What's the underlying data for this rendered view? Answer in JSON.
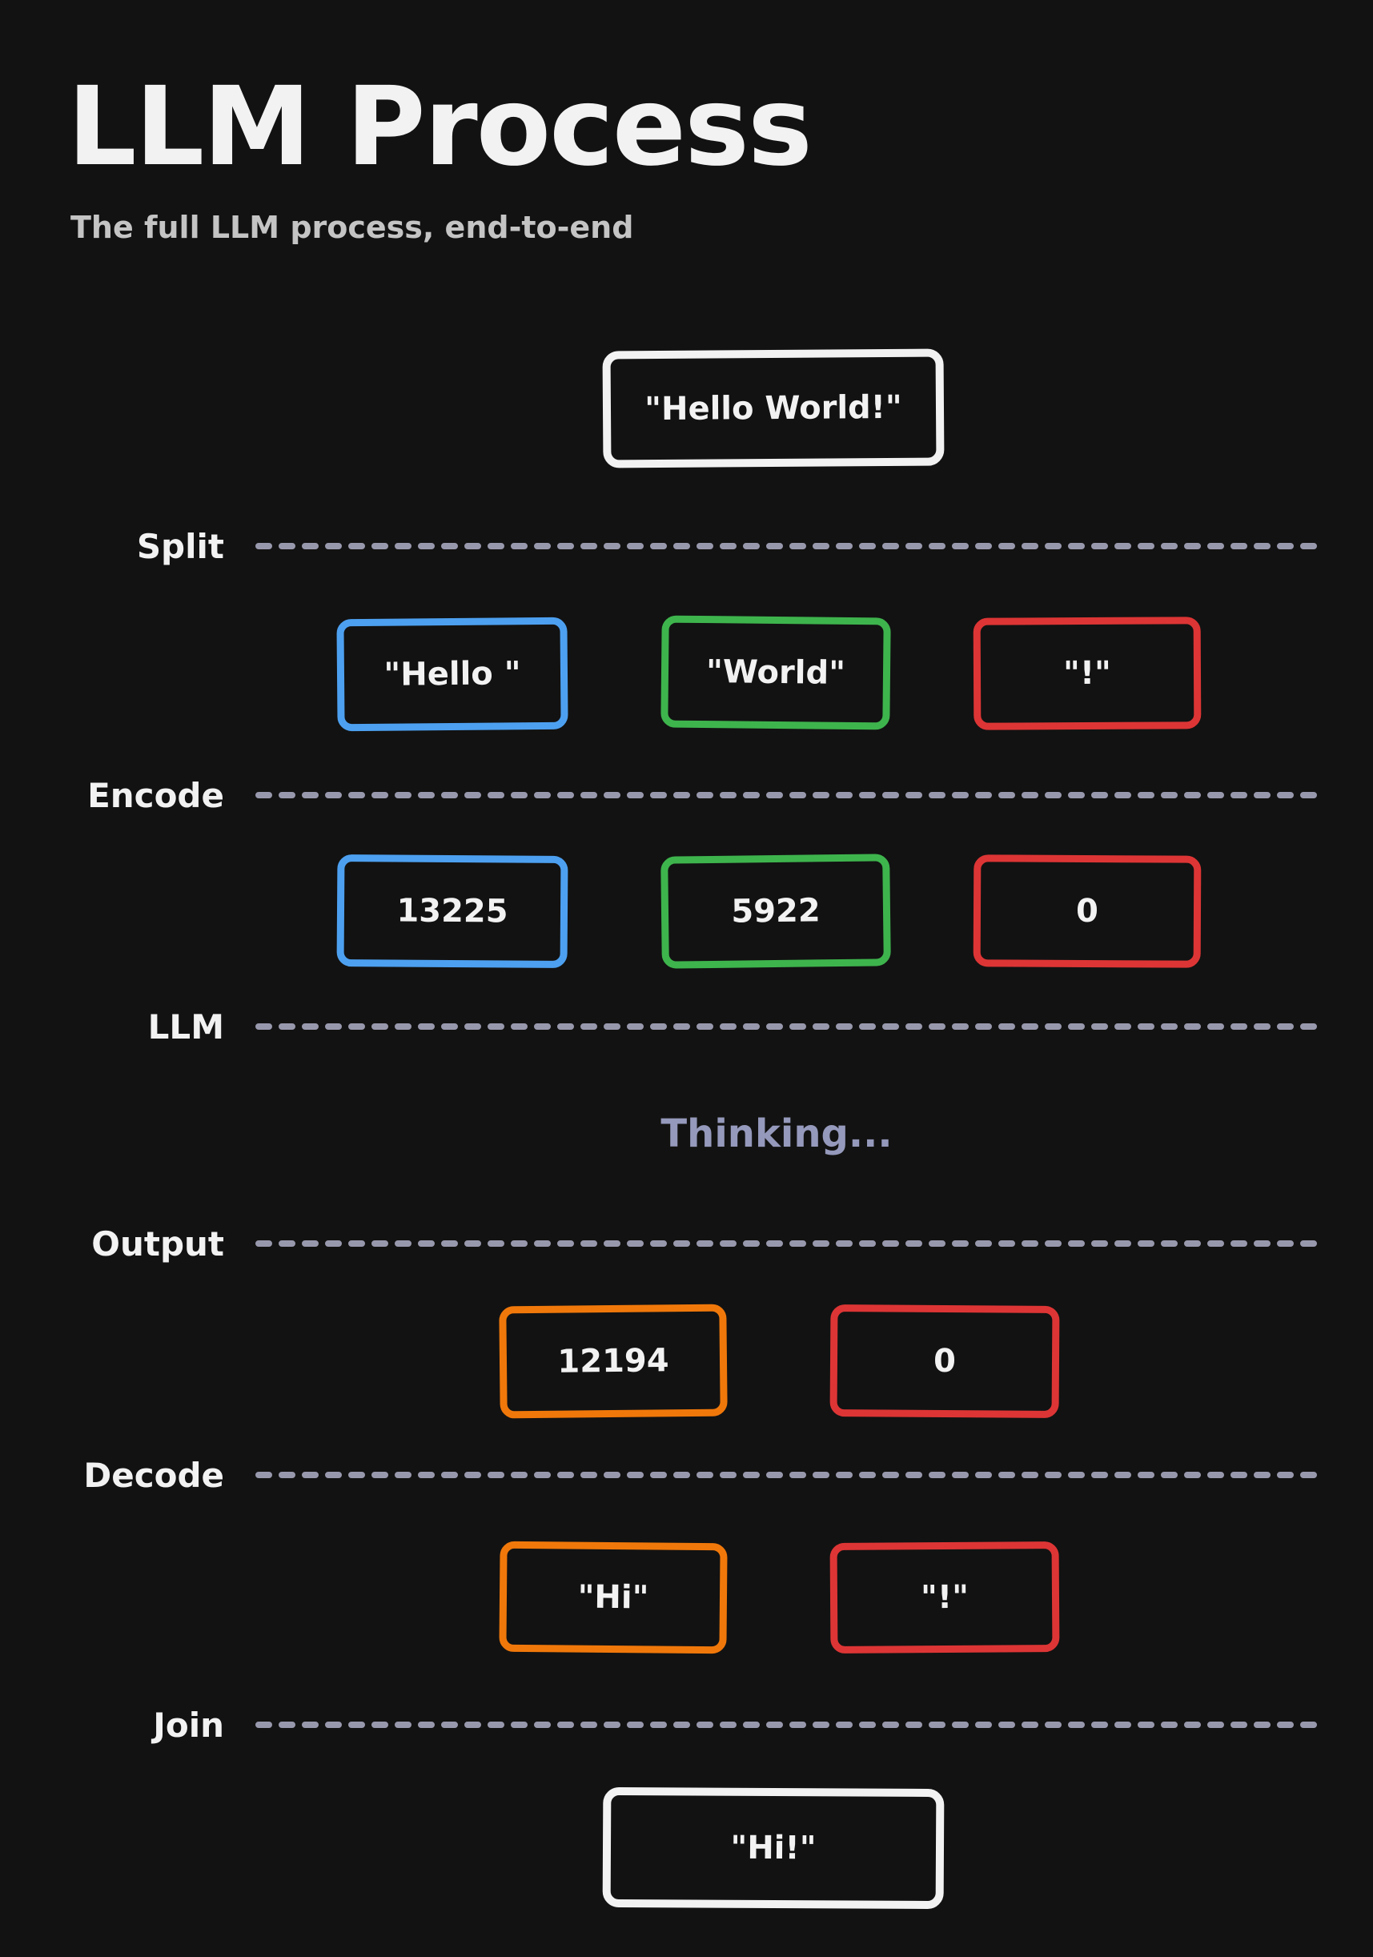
{
  "page": {
    "title": "LLM Process",
    "subtitle": "The full LLM process, end-to-end",
    "background": "#121212"
  },
  "colors": {
    "text": "#f2f2f2",
    "subtitle": "#c4c4c4",
    "dash": "#9898ad",
    "status": "#9599bb",
    "white": "#f2f2f2",
    "blue": "#4da0f0",
    "green": "#3eb44d",
    "red": "#dd3535",
    "orange": "#f0780a"
  },
  "stages": [
    {
      "label": "Split"
    },
    {
      "label": "Encode"
    },
    {
      "label": "LLM"
    },
    {
      "label": "Output"
    },
    {
      "label": "Decode"
    },
    {
      "label": "Join"
    }
  ],
  "nodes": {
    "input": {
      "text": "\"Hello World!\""
    },
    "split": [
      {
        "text": "\"Hello \"",
        "color": "blue"
      },
      {
        "text": "\"World\"",
        "color": "green"
      },
      {
        "text": "\"!\"",
        "color": "red"
      }
    ],
    "encode": [
      {
        "text": "13225",
        "color": "blue"
      },
      {
        "text": "5922",
        "color": "green"
      },
      {
        "text": "0",
        "color": "red"
      }
    ],
    "llm_status": "Thinking...",
    "output": [
      {
        "text": "12194",
        "color": "orange"
      },
      {
        "text": "0",
        "color": "red"
      }
    ],
    "decode": [
      {
        "text": "\"Hi\"",
        "color": "orange"
      },
      {
        "text": "\"!\"",
        "color": "red"
      }
    ],
    "result": {
      "text": "\"Hi!\""
    }
  }
}
